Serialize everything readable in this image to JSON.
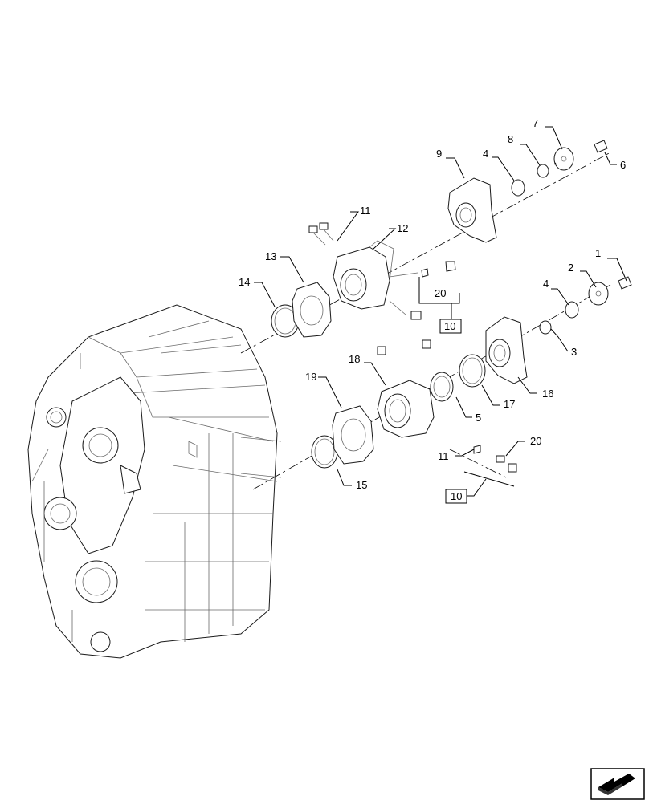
{
  "callouts": {
    "c1": "1",
    "c2": "2",
    "c3": "3",
    "c4a": "4",
    "c4b": "4",
    "c5": "5",
    "c6": "6",
    "c7": "7",
    "c8": "8",
    "c9": "9",
    "c10a": "10",
    "c10b": "10",
    "c11a": "11",
    "c11b": "11",
    "c12": "12",
    "c13": "13",
    "c14": "14",
    "c15": "15",
    "c16": "16",
    "c17": "17",
    "c18": "18",
    "c19": "19",
    "c20a": "20",
    "c20b": "20"
  },
  "icons": {
    "nav": "next-page-arrow-icon"
  }
}
